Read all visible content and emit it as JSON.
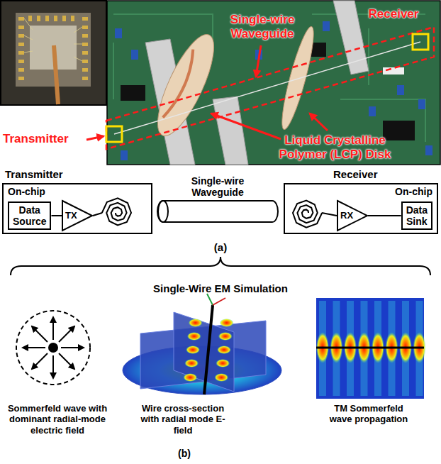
{
  "diagram": {
    "nodes": [
      {
        "text": [
          "Transmitter",
          "On-chip"
        ]
      },
      {
        "text": [
          "Data Source"
        ],
        "in": 0
      },
      {
        "text": [
          "TX"
        ],
        "in": 0
      },
      {
        "text": [
          "Single-wire Waveguide"
        ]
      },
      {
        "text": [
          "Receiver",
          "On-chip"
        ]
      },
      {
        "text": [
          "RX"
        ],
        "in": 4
      },
      {
        "text": [
          "Data Sink"
        ],
        "in": 4
      }
    ],
    "edges": [
      {
        "from": 1,
        "to": 2,
        "arrow": "none"
      },
      {
        "from": 5,
        "to": 6,
        "arrow": "none"
      }
    ],
    "labels": [
      "Transmitter",
      "Single-wire Waveguide",
      "Receiver",
      "Liquid Crystalline Polymer (LCP) Disk",
      "(a)",
      "Single-Wire EM Simulation",
      "Sommerfeld wave with dominant radial-mode electric field",
      "Wire cross-section with radial mode E-field",
      "TM Sommerfeld wave propagation",
      "(b)"
    ]
  }
}
